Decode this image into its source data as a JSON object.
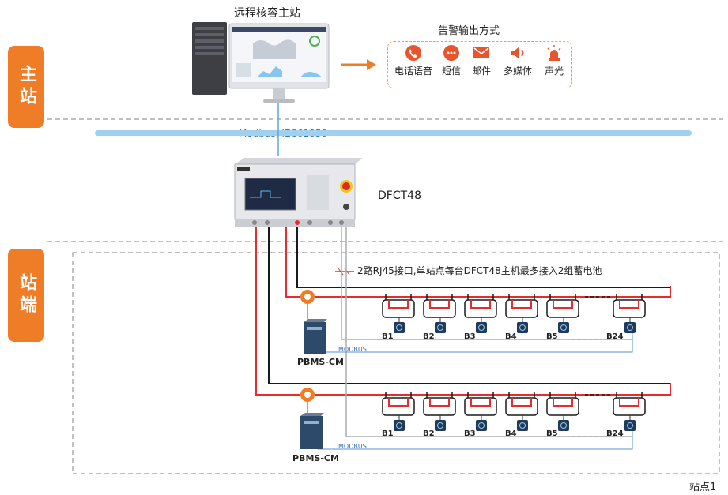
{
  "master": {
    "tab_label": "主站",
    "title": "远程核容主站"
  },
  "alarm": {
    "title": "告警输出方式",
    "items": [
      {
        "label": "电话语音",
        "icon": "phone-voice-icon",
        "color": "#e8542c"
      },
      {
        "label": "短信",
        "icon": "sms-icon",
        "color": "#e8542c"
      },
      {
        "label": "邮件",
        "icon": "mail-icon",
        "color": "#e8542c"
      },
      {
        "label": "多媒体",
        "icon": "multimedia-icon",
        "color": "#e8542c"
      },
      {
        "label": "声光",
        "icon": "alarm-light-icon",
        "color": "#e8542c"
      }
    ]
  },
  "network": {
    "protocol_label": "Modbus, IEC61850",
    "bus_color": "#9fd0ee"
  },
  "device": {
    "name": "DFCT48",
    "interface_note": "2路RJ45接口,单站点每台DFCT48主机最多接入2组蓄电池"
  },
  "station": {
    "tab_label": "站端",
    "site_label": "站点1",
    "groups": [
      {
        "monitor_label": "PBMS-CM",
        "bus_label": "MODBUS",
        "batteries": [
          "B1",
          "B2",
          "B3",
          "B4",
          "B5",
          "B24"
        ]
      },
      {
        "monitor_label": "PBMS-CM",
        "bus_label": "MODBUS",
        "batteries": [
          "B1",
          "B2",
          "B3",
          "B4",
          "B5",
          "B24"
        ]
      }
    ]
  },
  "colors": {
    "accent": "#ef7d28",
    "positive_wire": "#e52d2d",
    "negative_wire": "#1a1a1a",
    "modbus_wire": "#5b8fd0"
  }
}
